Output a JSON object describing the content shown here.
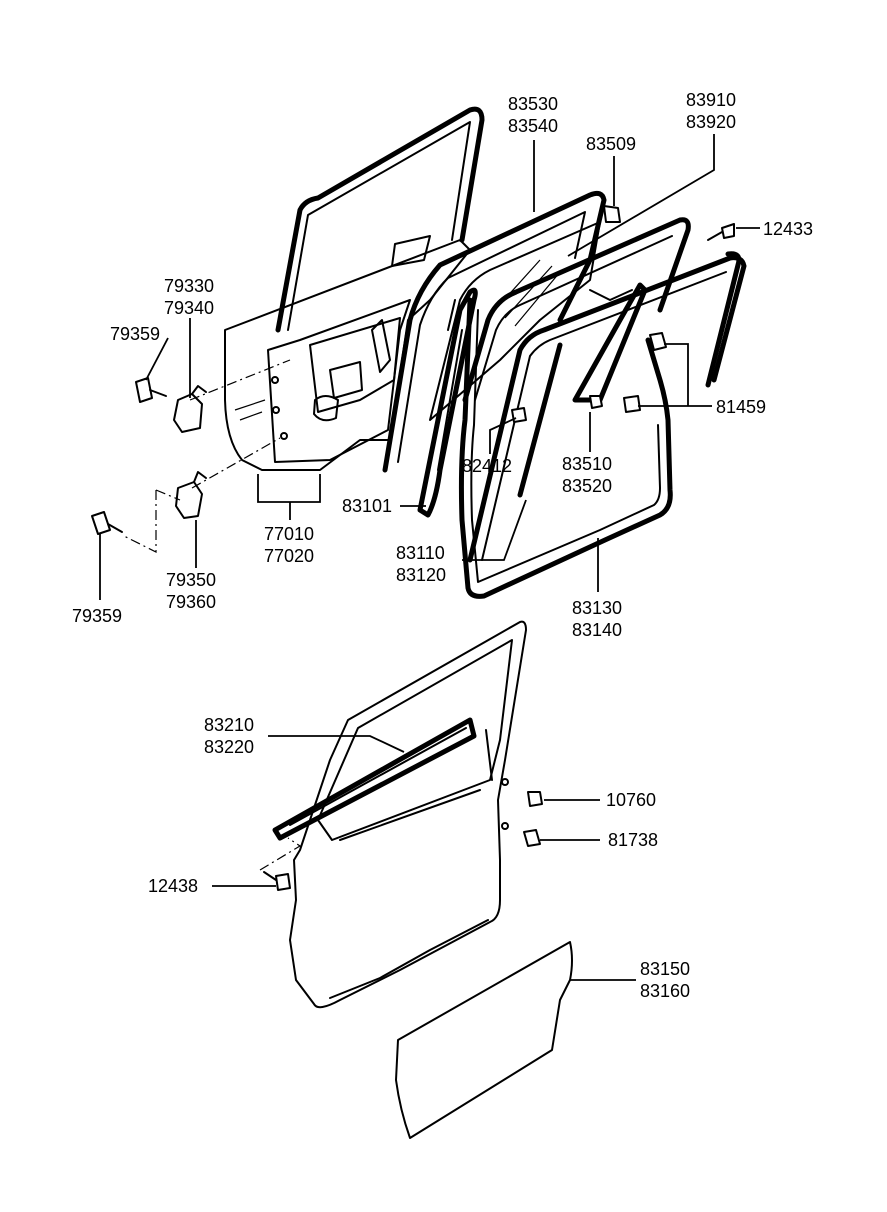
{
  "labels": {
    "l79330": "79330",
    "l79340": "79340",
    "l79359a": "79359",
    "l79359b": "79359",
    "l79350": "79350",
    "l79360": "79360",
    "l77010": "77010",
    "l77020": "77020",
    "l83530": "83530",
    "l83540": "83540",
    "l83509": "83509",
    "l83910": "83910",
    "l83920": "83920",
    "l12433": "12433",
    "l81459": "81459",
    "l83510": "83510",
    "l83520": "83520",
    "l82412": "82412",
    "l83101": "83101",
    "l83110": "83110",
    "l83120": "83120",
    "l83130": "83130",
    "l83140": "83140",
    "l83210": "83210",
    "l83220": "83220",
    "l10760": "10760",
    "l81738": "81738",
    "l12438": "12438",
    "l83150": "83150",
    "l83160": "83160"
  }
}
